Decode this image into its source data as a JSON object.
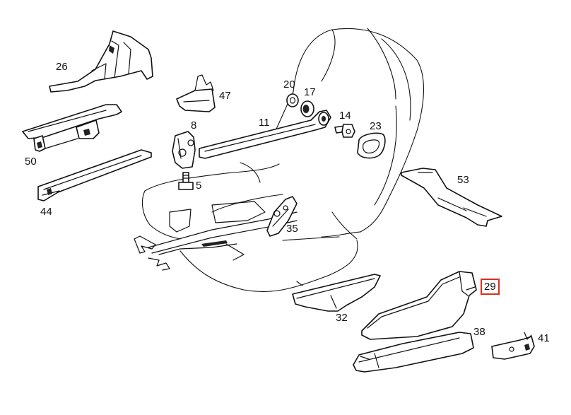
{
  "diagram": {
    "highlight_color": "#d9301c",
    "highlighted_part": "29",
    "callouts": {
      "p26": "26",
      "p47": "47",
      "p20": "20",
      "p17": "17",
      "p8": "8",
      "p11": "11",
      "p14": "14",
      "p23": "23",
      "p50": "50",
      "p5": "5",
      "p44": "44",
      "p53": "53",
      "p35": "35",
      "p29": "29",
      "p32": "32",
      "p38": "38",
      "p41": "41"
    }
  }
}
